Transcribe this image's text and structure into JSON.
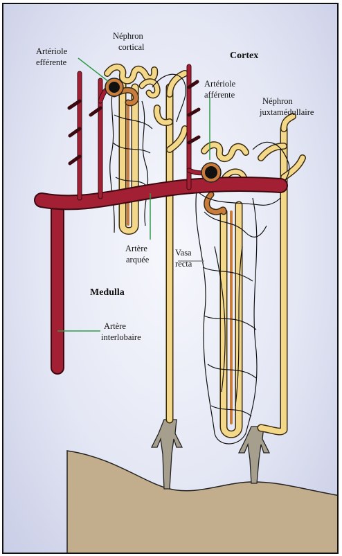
{
  "labels": {
    "nephron_cortical": [
      "Néphron",
      "cortical"
    ],
    "cortex": "Cortex",
    "arteriole_efferente": [
      "Artériole",
      "efférente"
    ],
    "arteriole_afferente": [
      "Artériole",
      "afférente"
    ],
    "nephron_juxtamedullaire": [
      "Néphron",
      "juxtamédullaire"
    ],
    "artere_arquee": [
      "Artère",
      "arquée"
    ],
    "vasa_recta": [
      "Vasa",
      "recta"
    ],
    "medulla": "Medulla",
    "artere_interlobaire": [
      "Artère",
      "interlobaire"
    ]
  },
  "colors": {
    "artery": "#a31f34",
    "artery_outline": "#3a0a10",
    "tubule": "#f4d88a",
    "tubule_dark": "#c87d3c",
    "capillary": "#111111",
    "leader_line": "#2e9a48",
    "leader_line_gray": "#8a8a8a",
    "papilla": "#c2ad8c",
    "calyx": "#a79f8e"
  }
}
